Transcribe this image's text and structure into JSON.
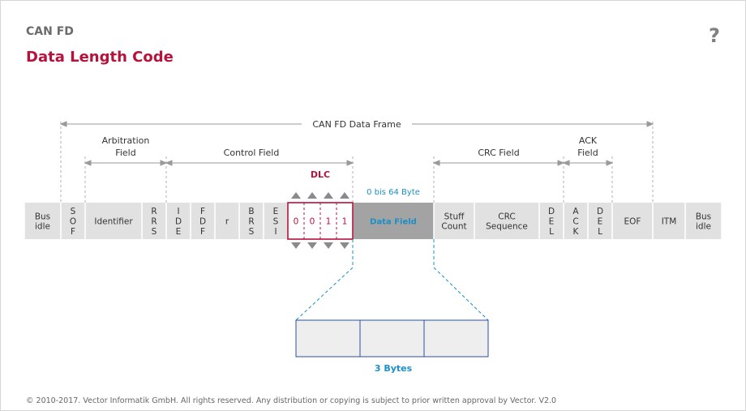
{
  "app": {
    "title": "CAN FD",
    "help_symbol": "?"
  },
  "page": {
    "title": "Data Length Code"
  },
  "frame": {
    "top_label": "CAN FD Data Frame",
    "group_labels": {
      "arbitration_line1": "Arbitration",
      "arbitration_line2": "Field",
      "control": "Control Field",
      "crc": "CRC Field",
      "ack_line1": "ACK",
      "ack_line2": "Field",
      "dlc": "DLC",
      "data_size": "0 bis 64 Byte"
    },
    "fields": [
      {
        "id": "bus-idle-start",
        "lines": [
          "Bus",
          "idle"
        ]
      },
      {
        "id": "sof",
        "lines": [
          "S",
          "O",
          "F"
        ]
      },
      {
        "id": "identifier",
        "lines": [
          "Identifier"
        ]
      },
      {
        "id": "rrs",
        "lines": [
          "R",
          "R",
          "S"
        ]
      },
      {
        "id": "ide",
        "lines": [
          "I",
          "D",
          "E"
        ]
      },
      {
        "id": "fdf",
        "lines": [
          "F",
          "D",
          "F"
        ]
      },
      {
        "id": "r",
        "lines": [
          "r"
        ]
      },
      {
        "id": "brs",
        "lines": [
          "B",
          "R",
          "S"
        ]
      },
      {
        "id": "esi",
        "lines": [
          "E",
          "S",
          "I"
        ]
      },
      {
        "id": "dlc-bit-1",
        "lines": [
          "0"
        ]
      },
      {
        "id": "dlc-bit-2",
        "lines": [
          "0"
        ]
      },
      {
        "id": "dlc-bit-3",
        "lines": [
          "1"
        ]
      },
      {
        "id": "dlc-bit-4",
        "lines": [
          "1"
        ]
      },
      {
        "id": "data-field",
        "lines": [
          "Data Field"
        ]
      },
      {
        "id": "stuff-count",
        "lines": [
          "Stuff",
          "Count"
        ]
      },
      {
        "id": "crc-sequence",
        "lines": [
          "CRC",
          "Sequence"
        ]
      },
      {
        "id": "crc-del",
        "lines": [
          "D",
          "E",
          "L"
        ]
      },
      {
        "id": "ack",
        "lines": [
          "A",
          "C",
          "K"
        ]
      },
      {
        "id": "ack-del",
        "lines": [
          "D",
          "E",
          "L"
        ]
      },
      {
        "id": "eof",
        "lines": [
          "EOF"
        ]
      },
      {
        "id": "itm",
        "lines": [
          "ITM"
        ]
      },
      {
        "id": "bus-idle-end",
        "lines": [
          "Bus",
          "idle"
        ]
      }
    ],
    "data_bytes": {
      "count": 3,
      "label": "3 Bytes"
    }
  },
  "colors": {
    "accent": "#b5123c",
    "data": "#1b8fc6",
    "field_fill": "#e1e1e1",
    "data_fill": "#a3a3a3",
    "byte_border": "#2f4f9a"
  },
  "footer": "© 2010-2017. Vector Informatik GmbH. All rights reserved. Any distribution or copying is subject to prior written approval by Vector. V2.0"
}
